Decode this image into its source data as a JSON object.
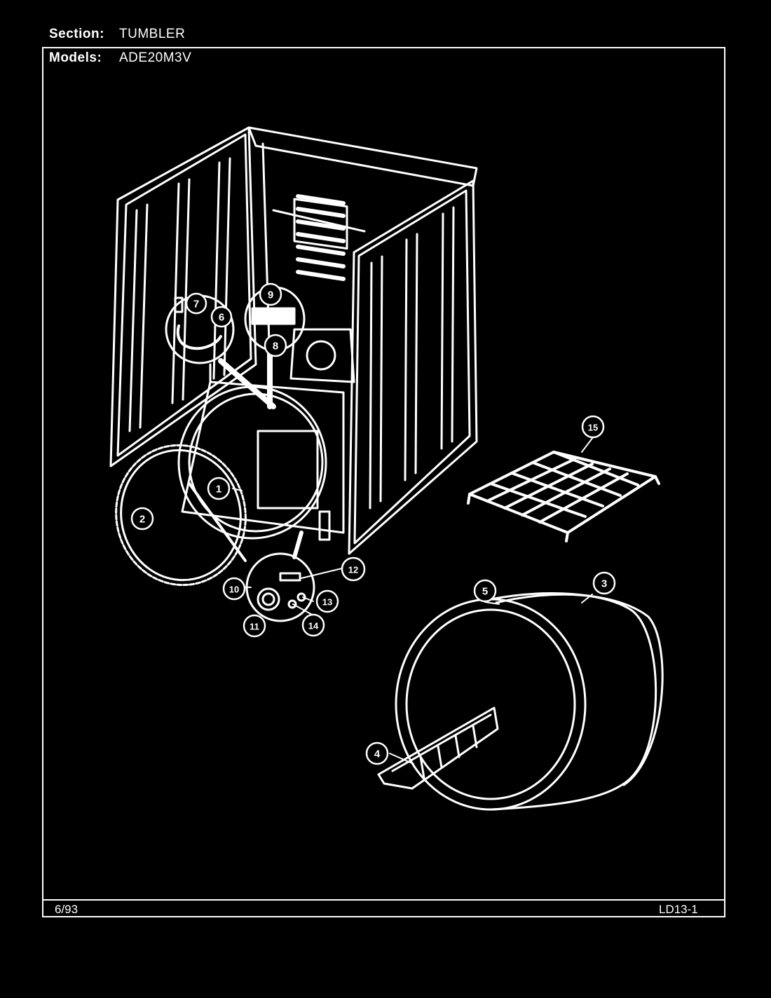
{
  "header": {
    "section_label": "Section:",
    "section_value": "TUMBLER",
    "models_label": "Models:",
    "models_value": "ADE20M3V"
  },
  "footer": {
    "date": "6/93",
    "code": "LD13-1"
  },
  "callouts": [
    "1",
    "2",
    "3",
    "4",
    "5",
    "6",
    "7",
    "8",
    "9",
    "10",
    "11",
    "12",
    "13",
    "14",
    "15"
  ]
}
